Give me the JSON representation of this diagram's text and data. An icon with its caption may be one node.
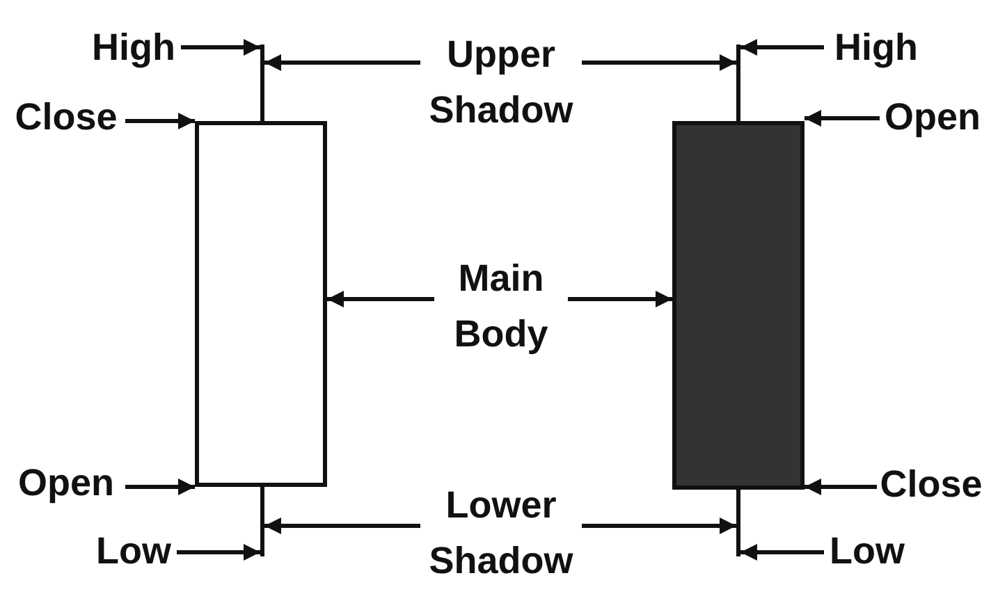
{
  "diagram": {
    "nodes": [
      {
        "text": [
          "High"
        ]
      },
      {
        "text": [],
        "shape": "line"
      },
      {
        "text": [
          "Upper Shadow"
        ]
      },
      {
        "text": [],
        "shape": "line"
      },
      {
        "text": [
          "High"
        ]
      },
      {
        "text": [
          "Close"
        ]
      },
      {
        "text": [],
        "shape": "box"
      },
      {
        "text": [],
        "shape": "box"
      },
      {
        "text": [
          "Open"
        ]
      },
      {
        "text": [
          "Main Body"
        ]
      },
      {
        "text": [
          "Open"
        ]
      },
      {
        "text": [
          "Close"
        ]
      },
      {
        "text": [
          "Low"
        ]
      },
      {
        "text": [],
        "shape": "line"
      },
      {
        "text": [
          "Lower Shadow"
        ]
      },
      {
        "text": [],
        "shape": "line"
      },
      {
        "text": [
          "Low"
        ]
      }
    ],
    "edges": [
      {
        "from": 0,
        "to": 1,
        "arrow": "to"
      },
      {
        "from": 4,
        "to": 3,
        "arrow": "to"
      },
      {
        "from": 2,
        "to": 1,
        "arrow": "to"
      },
      {
        "from": 2,
        "to": 3,
        "arrow": "to"
      },
      {
        "from": 5,
        "to": 6,
        "arrow": "to"
      },
      {
        "from": 8,
        "to": 7,
        "arrow": "to"
      },
      {
        "from": 9,
        "to": 6,
        "arrow": "to"
      },
      {
        "from": 9,
        "to": 7,
        "arrow": "to"
      },
      {
        "from": 10,
        "to": 6,
        "arrow": "to"
      },
      {
        "from": 11,
        "to": 7,
        "arrow": "to"
      },
      {
        "from": 12,
        "to": 13,
        "arrow": "to"
      },
      {
        "from": 16,
        "to": 15,
        "arrow": "to"
      },
      {
        "from": 14,
        "to": 13,
        "arrow": "to"
      },
      {
        "from": 14,
        "to": 15,
        "arrow": "to"
      }
    ]
  }
}
